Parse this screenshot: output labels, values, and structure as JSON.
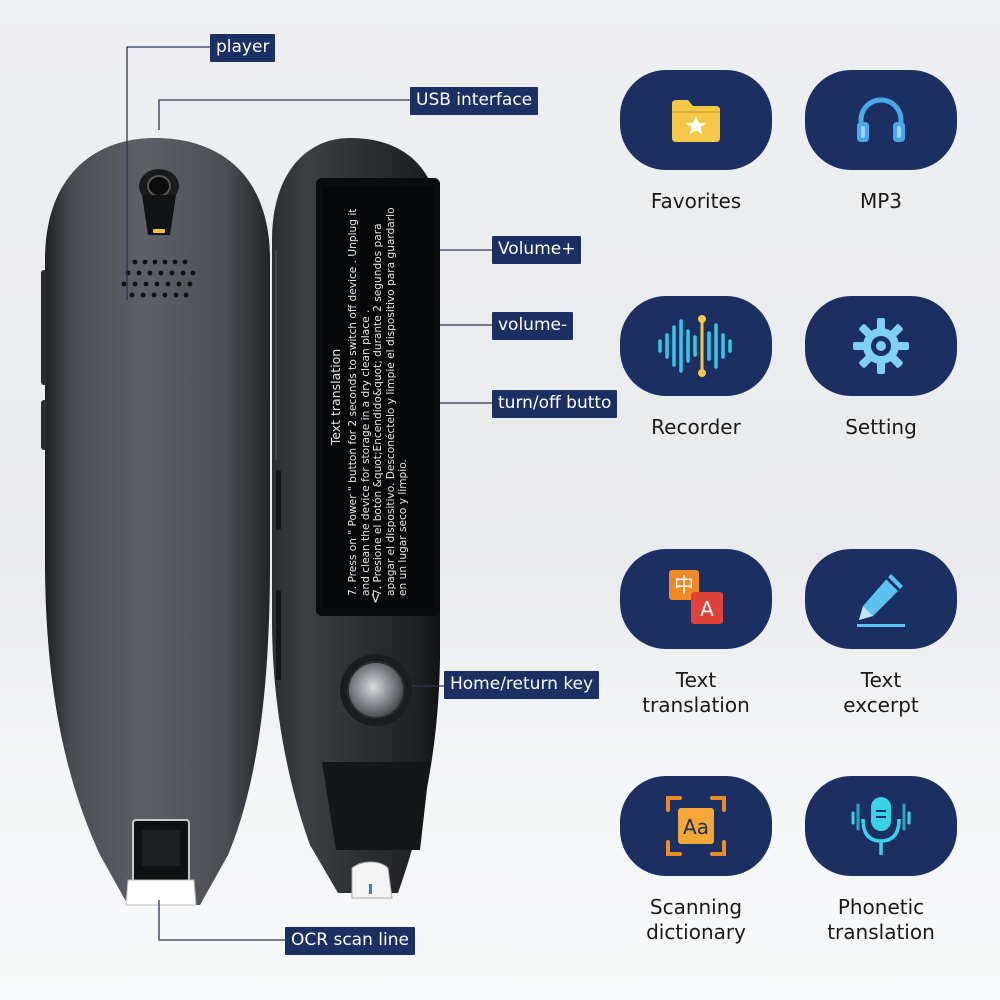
{
  "callouts": {
    "player": "player",
    "usb": "USB interface",
    "volume_up": "Volume+",
    "volume_down": "volume-",
    "power": "turn/off butto",
    "home": "Home/return key",
    "ocr": "OCR scan line"
  },
  "screen": {
    "title": "Text translation",
    "back_glyph": "<",
    "para1": "7. Press on \" Power \" button for 2 seconds to switch off device . Unplug it and clean the device for storage in a dry clean place .",
    "para2": "7. Presione el botón &quot;Encendido&quot; durante 2 segundos para apagar el dispositivo. Desconéctelo y limpie el dispositivo para guardarlo en un lugar seco y limpio."
  },
  "features": [
    {
      "label": "Favorites",
      "icon": "folder-star-icon"
    },
    {
      "label": "MP3",
      "icon": "headphones-icon"
    },
    {
      "label": "Recorder",
      "icon": "sound-wave-icon"
    },
    {
      "label": "Setting",
      "icon": "gear-icon"
    },
    {
      "label": "Text\ntranslation",
      "icon": "chinese-english-translate-icon"
    },
    {
      "label": "Text\nexcerpt",
      "icon": "pencil-icon"
    },
    {
      "label": "Scanning\ndictionary",
      "icon": "dictionary-scan-icon"
    },
    {
      "label": "Phonetic\ntranslation",
      "icon": "microphone-icon"
    }
  ],
  "icon_glyphs": {
    "translate_cn": "中",
    "translate_en": "A",
    "dictionary": "Aa"
  },
  "colors": {
    "tile_bg": "#1c2f63",
    "callout_bg": "#1c2f63",
    "icon_yellow": "#f5c84a",
    "icon_blue": "#4aa8e8",
    "icon_cyan": "#37d3e6",
    "icon_orange": "#f08a24",
    "icon_red": "#e0433a"
  }
}
